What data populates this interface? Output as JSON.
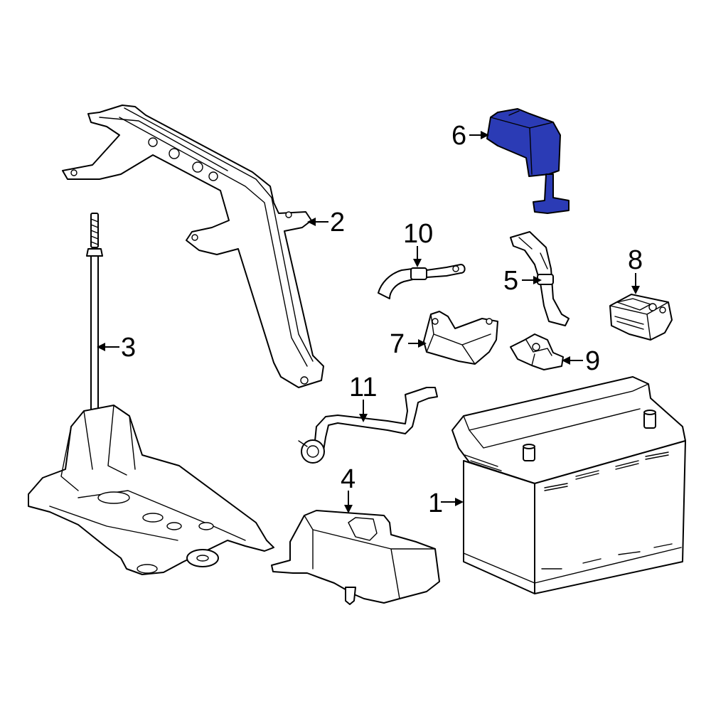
{
  "highlight_color": "#2b3bb5",
  "callouts": [
    {
      "id": "part-1-battery",
      "label": "1"
    },
    {
      "id": "part-2-bracket",
      "label": "2"
    },
    {
      "id": "part-3-rod",
      "label": "3"
    },
    {
      "id": "part-4-cover",
      "label": "4"
    },
    {
      "id": "part-5-cable",
      "label": "5"
    },
    {
      "id": "part-6-terminal-cover",
      "label": "6"
    },
    {
      "id": "part-7-sensor",
      "label": "7"
    },
    {
      "id": "part-8-fuse-block",
      "label": "8"
    },
    {
      "id": "part-9-clamp",
      "label": "9"
    },
    {
      "id": "part-10-cable",
      "label": "10"
    },
    {
      "id": "part-11-vent-hose",
      "label": "11"
    }
  ]
}
